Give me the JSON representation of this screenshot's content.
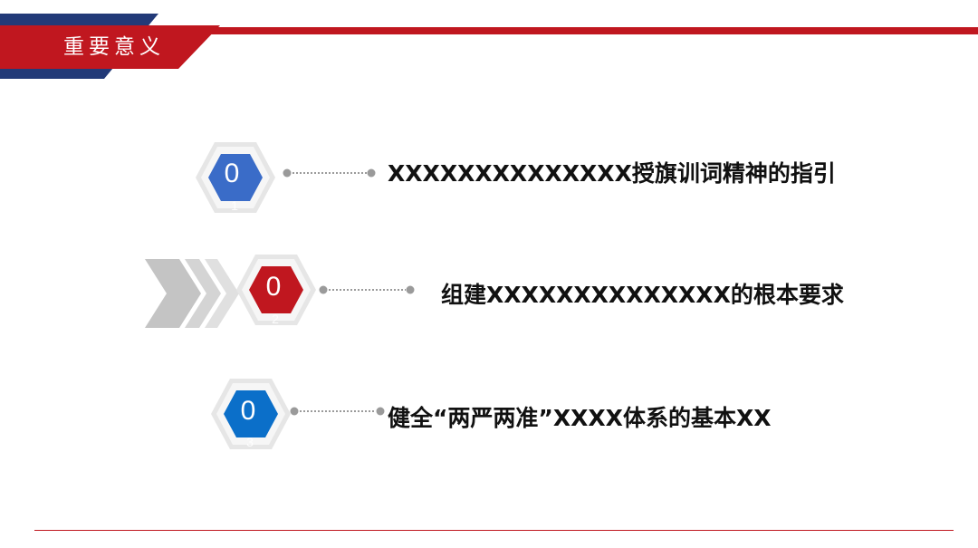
{
  "header": {
    "title": "重要意义",
    "colors": {
      "red": "#c0171f",
      "navy": "#223a78"
    }
  },
  "items": [
    {
      "number": "0",
      "sub_number": "1",
      "color": "#3a6cc8",
      "text": "XXXXXXXXXXXXXX授旗训词精神的指引"
    },
    {
      "number": "0",
      "sub_number": "2",
      "color": "#c0171f",
      "text": "组建XXXXXXXXXXXXXX的根本要求"
    },
    {
      "number": "0",
      "sub_number": "3",
      "color": "#0b6fc9",
      "text": "健全“两严两准”XXXX体系的基本XX"
    }
  ],
  "icons": {
    "chevrons": "triple-chevron-arrow-icon",
    "connector": "dotted-line-connector"
  }
}
